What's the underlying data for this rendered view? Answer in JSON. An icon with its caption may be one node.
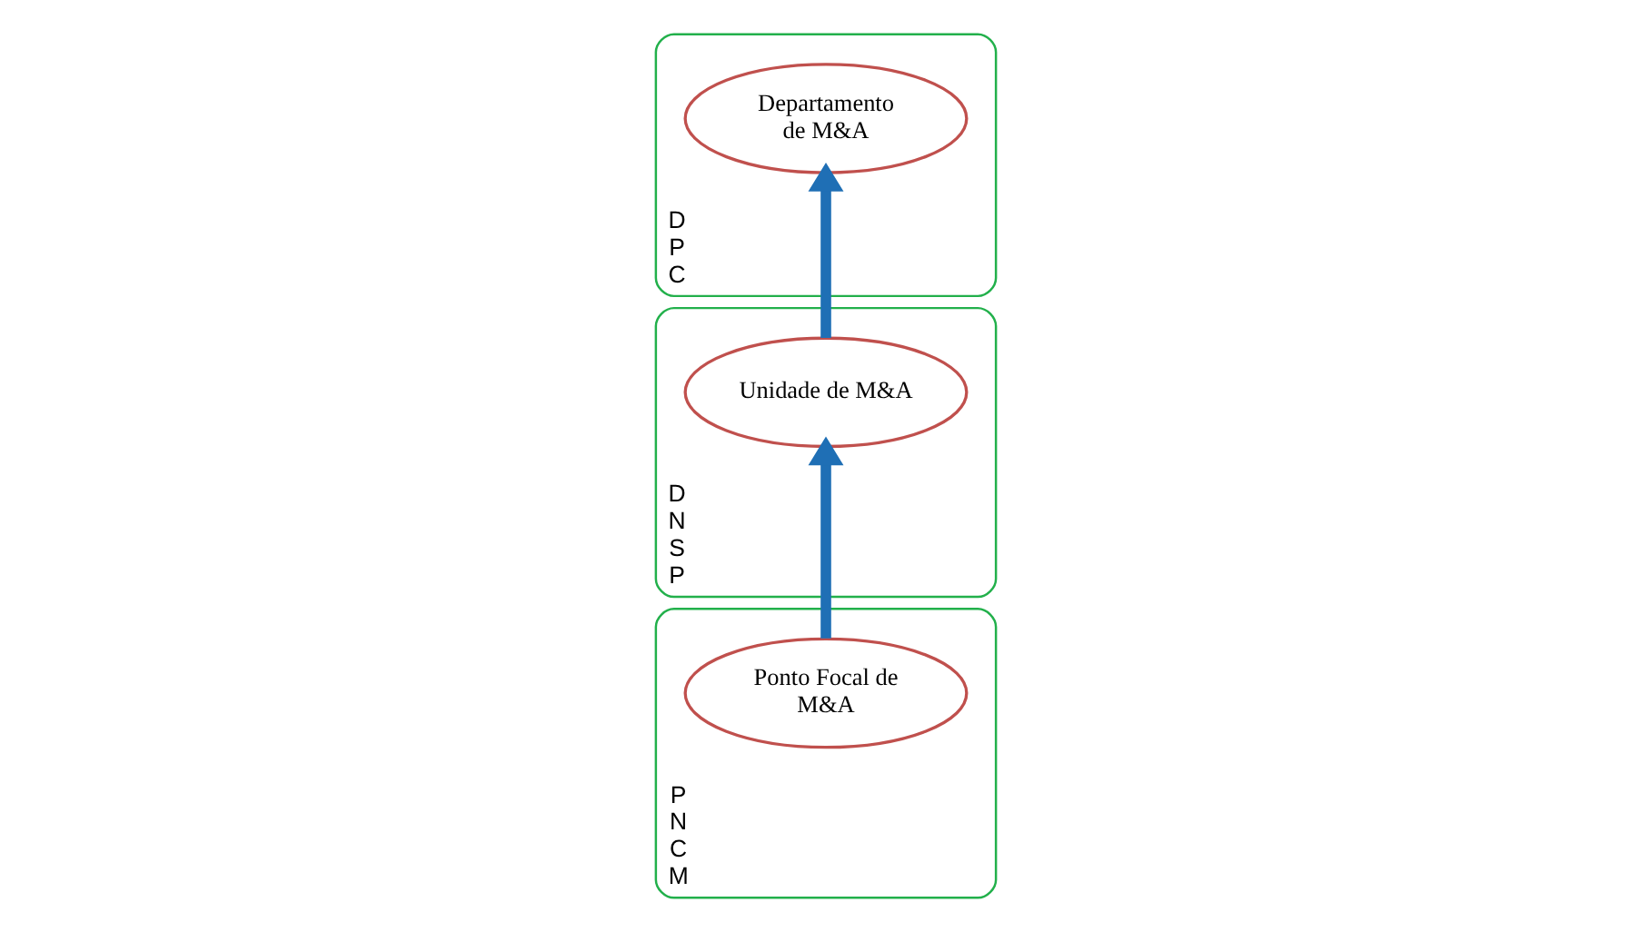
{
  "diagram": {
    "nodes": [
      {
        "text": [
          "D P C"
        ]
      },
      {
        "text": [
          "Departamento de M&A"
        ],
        "in": 0
      },
      {
        "text": [
          "D N S P"
        ]
      },
      {
        "text": [
          "Unidade de M&A"
        ],
        "in": 2
      },
      {
        "text": [
          "P N C M"
        ]
      },
      {
        "text": [
          "Ponto Focal de M&A"
        ],
        "in": 4
      }
    ],
    "edges": [
      {
        "from": 5,
        "to": 3,
        "arrow": "to"
      },
      {
        "from": 3,
        "to": 1,
        "arrow": "to"
      }
    ]
  }
}
